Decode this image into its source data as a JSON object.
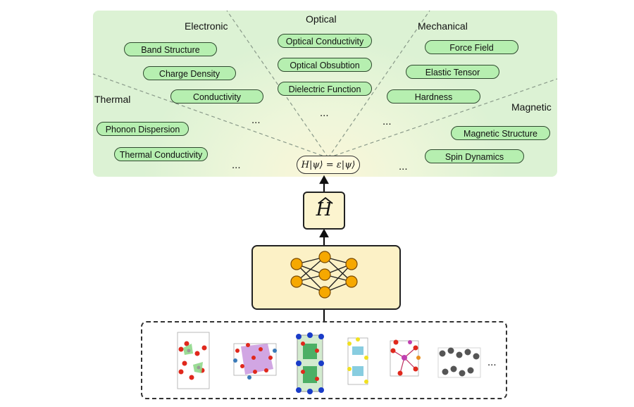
{
  "categories": {
    "electronic": "Electronic",
    "optical": "Optical",
    "mechanical": "Mechanical",
    "thermal": "Thermal",
    "magnetic": "Magnetic"
  },
  "properties": {
    "band_structure": "Band Structure",
    "charge_density": "Charge Density",
    "conductivity": "Conductivity",
    "optical_conductivity": "Optical Conductivity",
    "optical_obsubtion": "Optical Obsubtion",
    "dielectric_function": "Dielectric Function",
    "force_field": "Force Field",
    "elastic_tensor": "Elastic Tensor",
    "hardness": "Hardness",
    "phonon_dispersion": "Phonon Dispersion",
    "thermal_conductivity": "Thermal Conductivity",
    "magnetic_structure": "Magnetic Structure",
    "spin_dynamics": "Spin Dynamics"
  },
  "ellipsis": "...",
  "equation": "H|ψ⟩ = ε|ψ⟩",
  "hamiltonian": "H",
  "colors": {
    "pill_fill": "#b6efb0",
    "panel_green": "#dcf2d4",
    "box_yellow": "#fcf1c6",
    "node_orange": "#f6a800"
  },
  "icons": [
    "neural-network-icon",
    "crystal-structure-icon"
  ]
}
